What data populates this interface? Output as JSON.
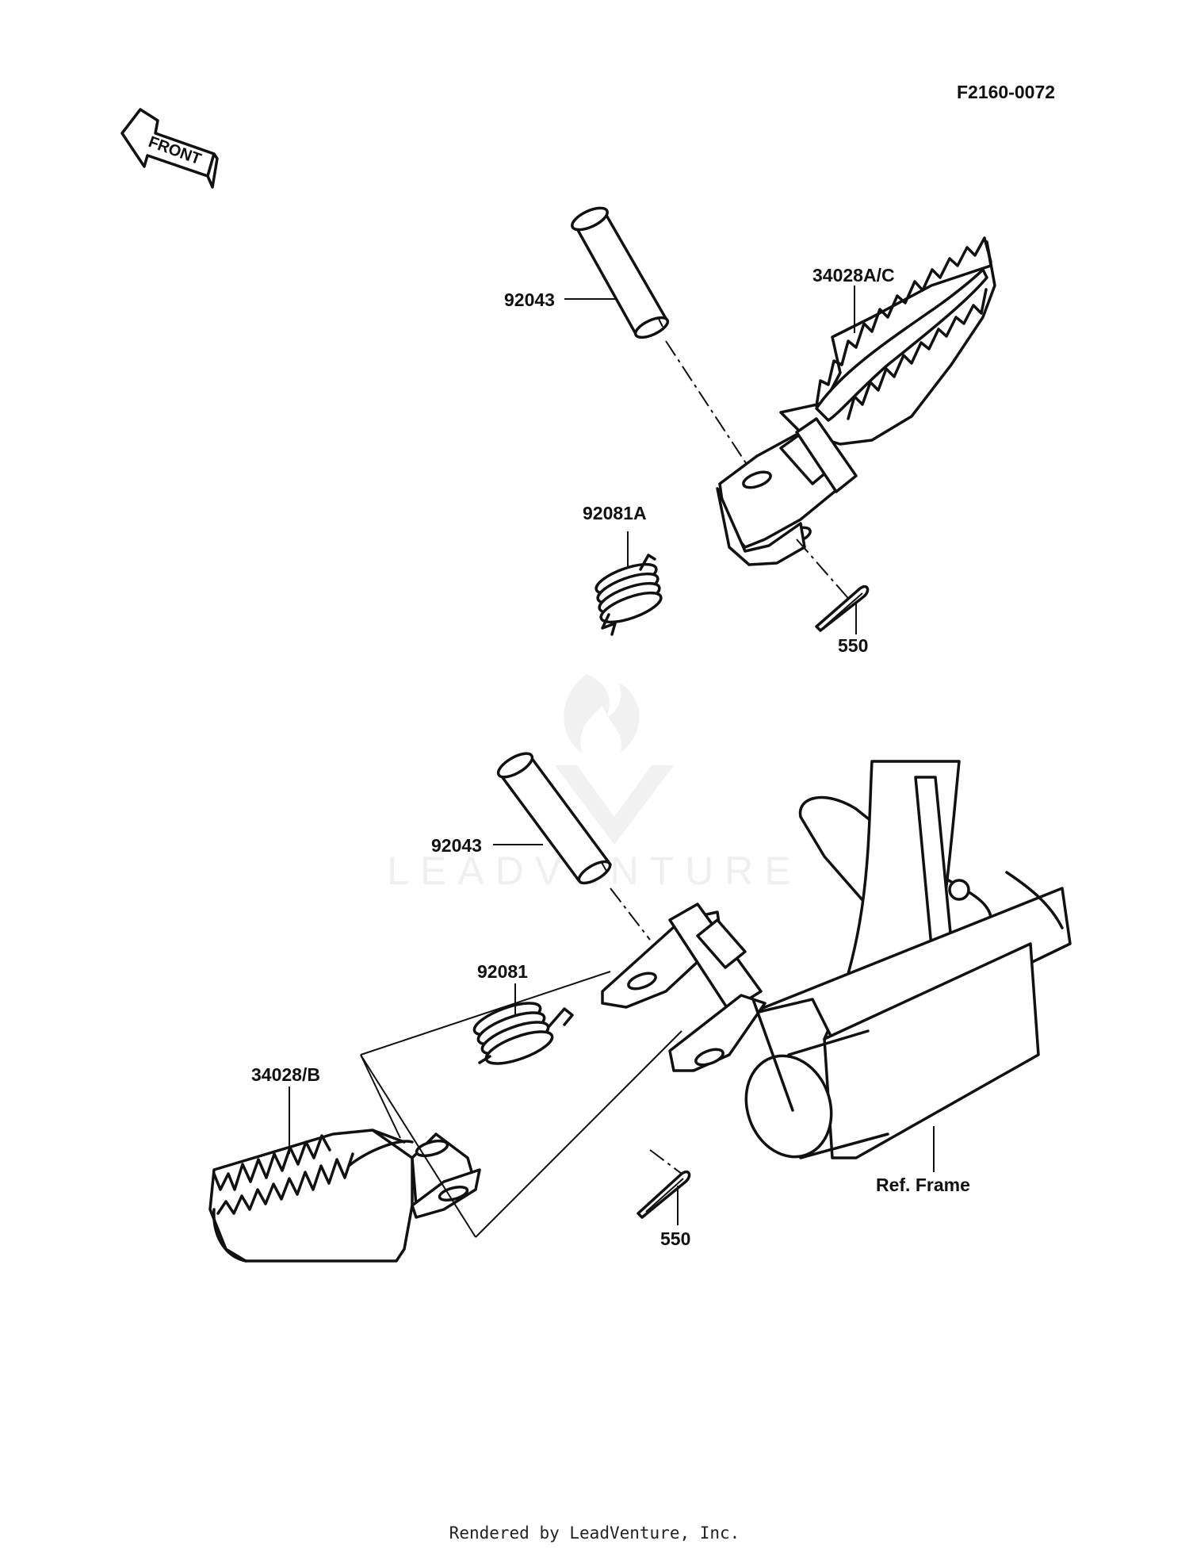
{
  "diagram": {
    "reference_code": "F2160-0072",
    "front_indicator": "FRONT",
    "labels": {
      "upper_pin": "92043",
      "upper_footpeg": "34028A/C",
      "upper_spring": "92081A",
      "upper_cotter_pin": "550",
      "lower_pin": "92043",
      "lower_footpeg": "34028/B",
      "lower_spring": "92081",
      "lower_cotter_pin": "550",
      "frame": "Ref. Frame"
    },
    "watermark": "LEADVENTURE",
    "footer": "Rendered by LeadVenture, Inc."
  }
}
